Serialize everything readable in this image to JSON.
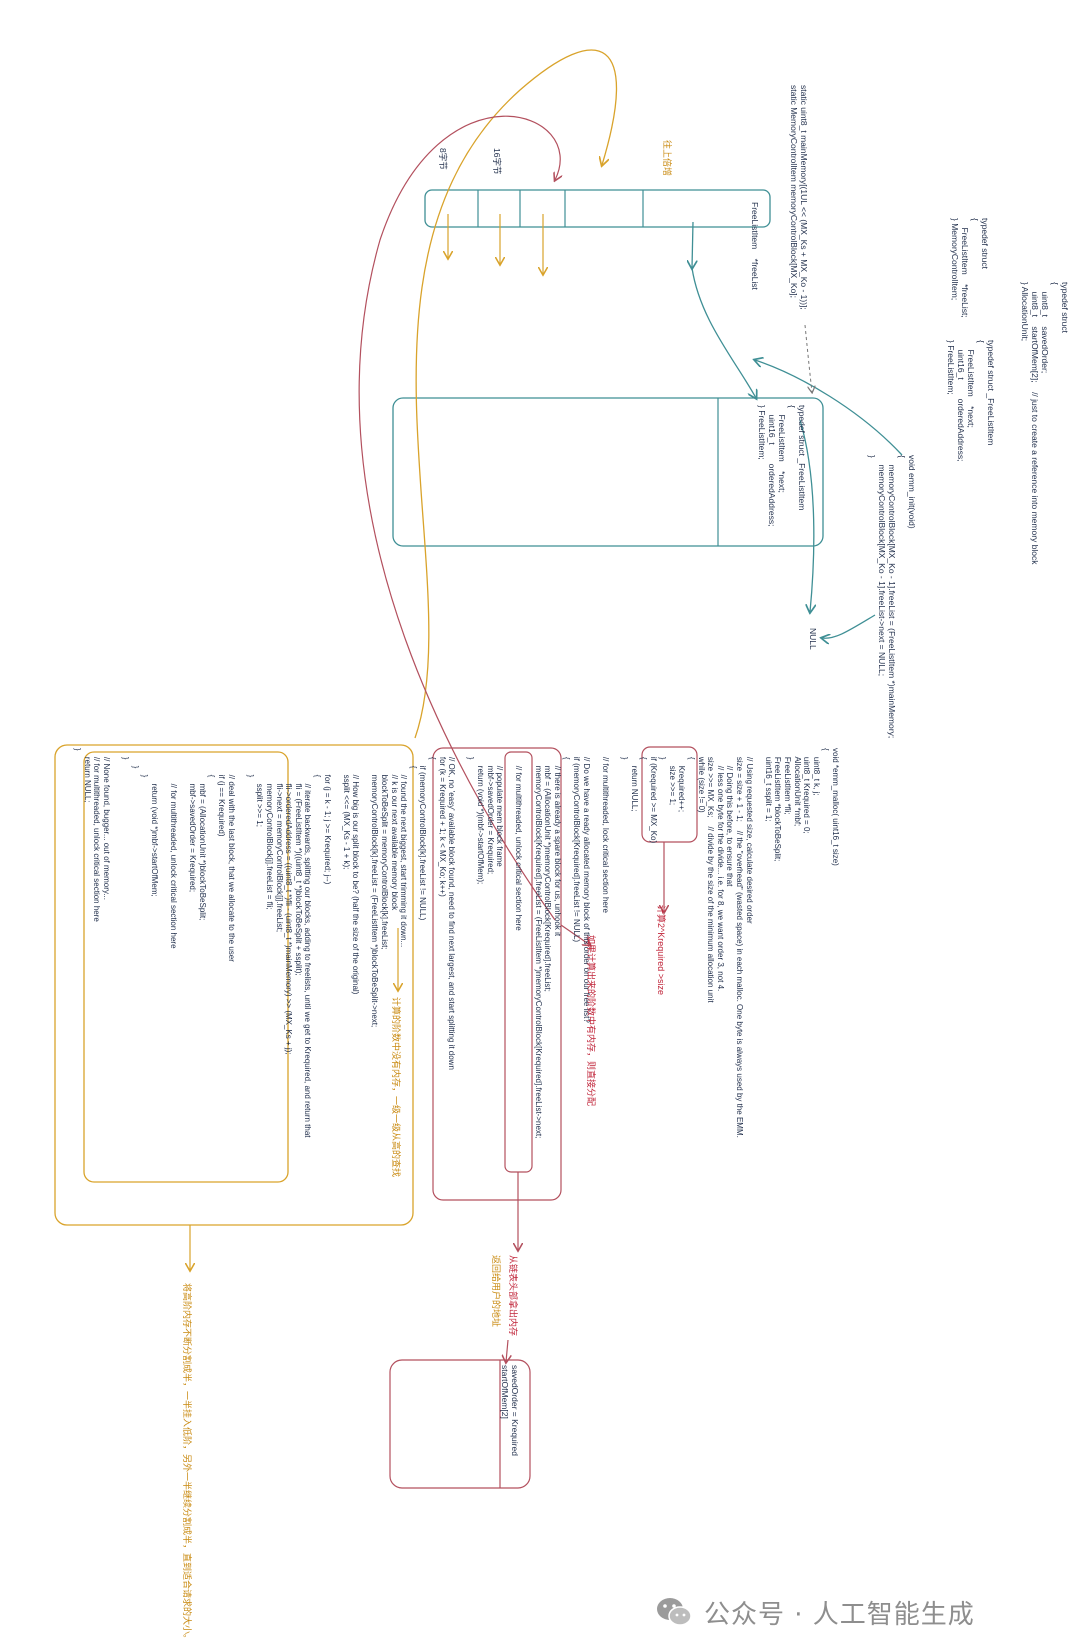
{
  "top_block": {
    "header": "typedef struct\n{\n    uint8_t    savedOrder;\n    uint8_t    startOfMem[2];    // just to create a reference into memory block\n} AllocationUnit;",
    "free_list_item": "typedef struct _FreeListItem\n{\n    FreeListItem    *next;\n    uint16_t        orderedAddress;\n} FreeListItem;",
    "memory_control": "typedef struct\n{\n    FreeListItem    *freeList;\n} MemoryControlItem;",
    "globals": "static uint8_t mainMemory[(1UL << (MX_Ks + MX_Ko - 1))];\nstatic MemoryControlItem memoryControlBlock[MX_Ko];",
    "init": "void emm_init(void)\n{\n    memoryControlBlock[MX_Ko - 1].freeList = (FreeListItem *)mainMemory;\n    memoryControlBlock[MX_Ko - 1].freeList->next = NULL;\n}",
    "freelist_box": "typedef struct _FreeListItem\n{\n    FreeListItem    *next;\n    uint16_t        orderedAddress;\n} FreeListItem;",
    "array_header": "FreeListItem    *freeList",
    "null_label": "NULL"
  },
  "labels": {
    "sizes": [
      "8字节",
      "16字节",
      "往上倍增"
    ]
  },
  "code_blocks": {
    "malloc": "void *emm_malloc( uint16_t size)\n{\n    uint8_t k, j;\n    uint8_t Krequired = 0;\n    AllocationUnit *mbf;\n    FreeListItem *fli;\n    FreeListItem *blockToBeSplit;\n    uint16_t ssplit = 1;\n\n    // Using requested size, calculate desired order\n    size = size + 1 - 1;    // the \"overhead\" (wasted space) in each malloc. One byte is always used by the EMM.\n        // Doing this before, to ensure that\n        // less one byte for the divide... i.e. for 8, we want order 3, not 4.\n    size >>= MX_Ks;    // divide by the size of the minimum allocation unit\n    while (size != 0)\n    {\n        Krequired++;\n        size >>= 1;\n    }\n    if (Krequired >= MX_Ko)\n    {\n        return NULL;\n    }\n\n    // for multithreaded, lock critical section here\n\n    // Do we have a ready allocated memory block of this order on our free list?\n    if (memoryControlBlock[Krequired].freeList != NULL)\n    {\n        // there is already a spare block for us, unhook it\n        mbf = (AllocationUnit *)memoryControlBlock[Krequired].freeList;\n        memoryControlBlock[Krequired].freeList = (FreeListItem *)memoryControlBlock[Krequired].freeList->next;\n\n        // for multithreaded, unlock critical section here\n\n        // populate mem block frame\n        mbf->savedOrder = Krequired;\n        return (void *)(mbf->startOfMem);\n    }\n\n    // OK, no 'easy' available block found, need to find next largest, and start splitting it down\n    for (k = Krequired + 1; k < MX_Ko; k++)\n    {\n        if (memoryControlBlock[k].freeList != NULL)\n        {\n            // found the next biggest, start trimming it down...\n            // k is our next available memory block\n            blockToBeSplit = memoryControlBlock[k].freeList;\n            memoryControlBlock[k].freeList = (FreeListItem *)blockToBeSplit->next;\n\n            // How big is our split block to be? (half the size of the original)\n            ssplit <<= (MX_Ks - 1 + k);\n\n            for (j = k - 1; j >= Krequired; j--)\n            {\n                // iterate backwards, splitting our blocks, adding to freelists, until we get to Krequired, and return that\n                fli = (FreeListItem *)((uint8_t *)blockToBeSplit + ssplit);\n                fli->orderedAddress = ((uint8_t *)fli - (uint8_t *)mainMemory) >> (MX_Ks + j);\n                fli->next = memoryControlBlock[j].freeList;\n                memoryControlBlock[j].freeList = fli;\n                ssplit >>= 1;\n            }\n\n            // deal with the last block, that we allocate to the user\n            if (j == Krequired)\n            {\n                mbf = (AllocationUnit *)blockToBeSplit;\n                mbf->savedOrder = Krequired;\n\n                // for multithreaded, unlock critical section here\n\n                return (void *)mbf->startOfMem;\n            }\n        }\n    }\n\n    // None found, bugger... out of memory...\n    // for multithreaded, unlock critical section here\n    return NULL;\n}",
    "saved_box": "savedOrder = Krequired\nstartOfMem[2]"
  },
  "annotations": {
    "calc_size": "计算2^Krequired >size",
    "direct_alloc": "如果计算出来的阶数中有内存，则直接分配",
    "search_up": "计算的阶数中没有内存，一级一级从高的查找",
    "unlink": "从链表头部拿出内存",
    "return_user": "返回给用户的地址",
    "split_note": "将高阶内存不断分割成半，一半挂入低阶，另外一半继续分割成半，直到适合请求的大小。"
  },
  "watermark": {
    "text": "公众号 · 人工智能生成"
  },
  "colors": {
    "teal": "#3f8f95",
    "orange": "#d9a32b",
    "red": "#b3505e",
    "code": "#1f2d4a"
  }
}
